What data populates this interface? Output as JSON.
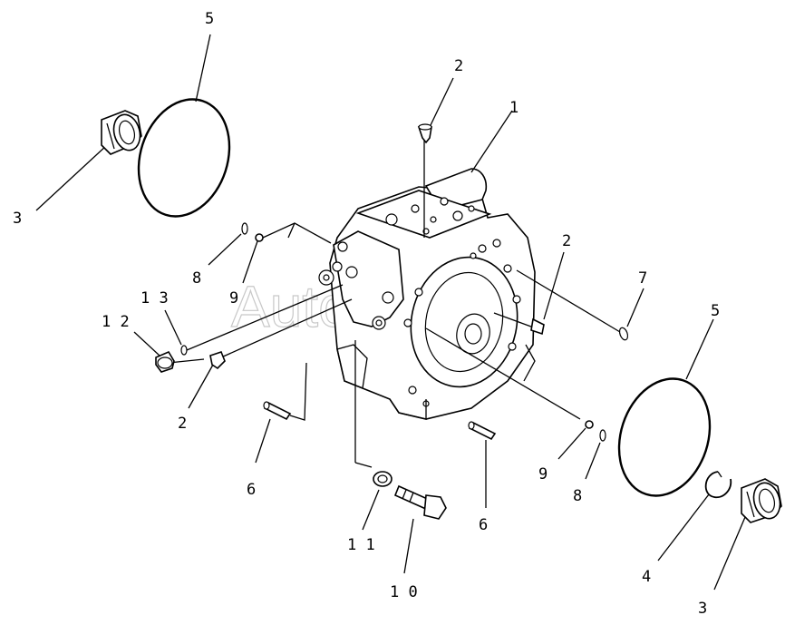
{
  "labels": {
    "p1": "1",
    "p2a": "2",
    "p2b": "2",
    "p2c": "2",
    "p3a": "3",
    "p3b": "3",
    "p4": "4",
    "p5a": "5",
    "p5b": "5",
    "p6a": "6",
    "p6b": "6",
    "p7": "7",
    "p8a": "8",
    "p8b": "8",
    "p9a": "9",
    "p9b": "9",
    "p10": "1 0",
    "p11": "1 1",
    "p12": "1 2",
    "p13": "1 3"
  },
  "watermark": "Autosoft"
}
